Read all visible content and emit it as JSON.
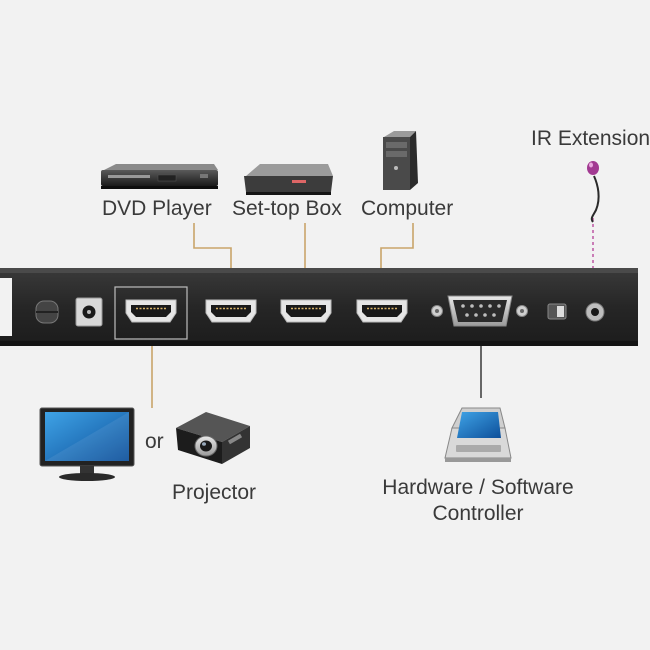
{
  "sources": {
    "dvd_player": "DVD Player",
    "settop_box": "Set-top Box",
    "computer": "Computer"
  },
  "ir_extension": "IR Extension",
  "outputs": {
    "or": "or",
    "projector": "Projector"
  },
  "controller": {
    "line1": "Hardware / Software",
    "line2": "Controller"
  },
  "colors": {
    "background": "#f2f2f2",
    "device_body": "#2b2b2b",
    "hdmi_connector_line": "#c9a46a",
    "ir_line": "#c060a8",
    "controller_line": "#444444"
  }
}
